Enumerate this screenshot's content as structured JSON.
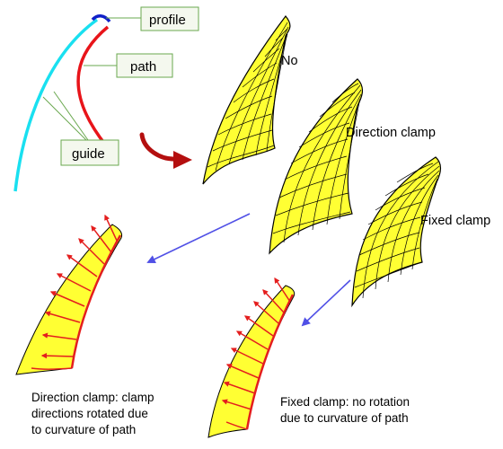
{
  "callouts": {
    "profile": "profile",
    "path": "path",
    "guide": "guide"
  },
  "surface_labels": {
    "no": "No",
    "direction": "Direction clamp",
    "fixed": "Fixed clamp"
  },
  "captions": {
    "left": [
      "Direction clamp: clamp",
      "directions rotated due",
      "to curvature of path"
    ],
    "right": [
      "Fixed clamp: no rotation",
      "due to curvature of path"
    ]
  },
  "colors": {
    "guide": "#19e0f0",
    "path": "#e8141a",
    "profile": "#1020c8",
    "surface": "#ffff33",
    "arrow_red": "#e41e1e",
    "curved_arrow": "#b40f0f",
    "blue_arrow": "#5050e6",
    "callout_border": "#6aa84f",
    "callout_fill": "#f4f8ee"
  }
}
